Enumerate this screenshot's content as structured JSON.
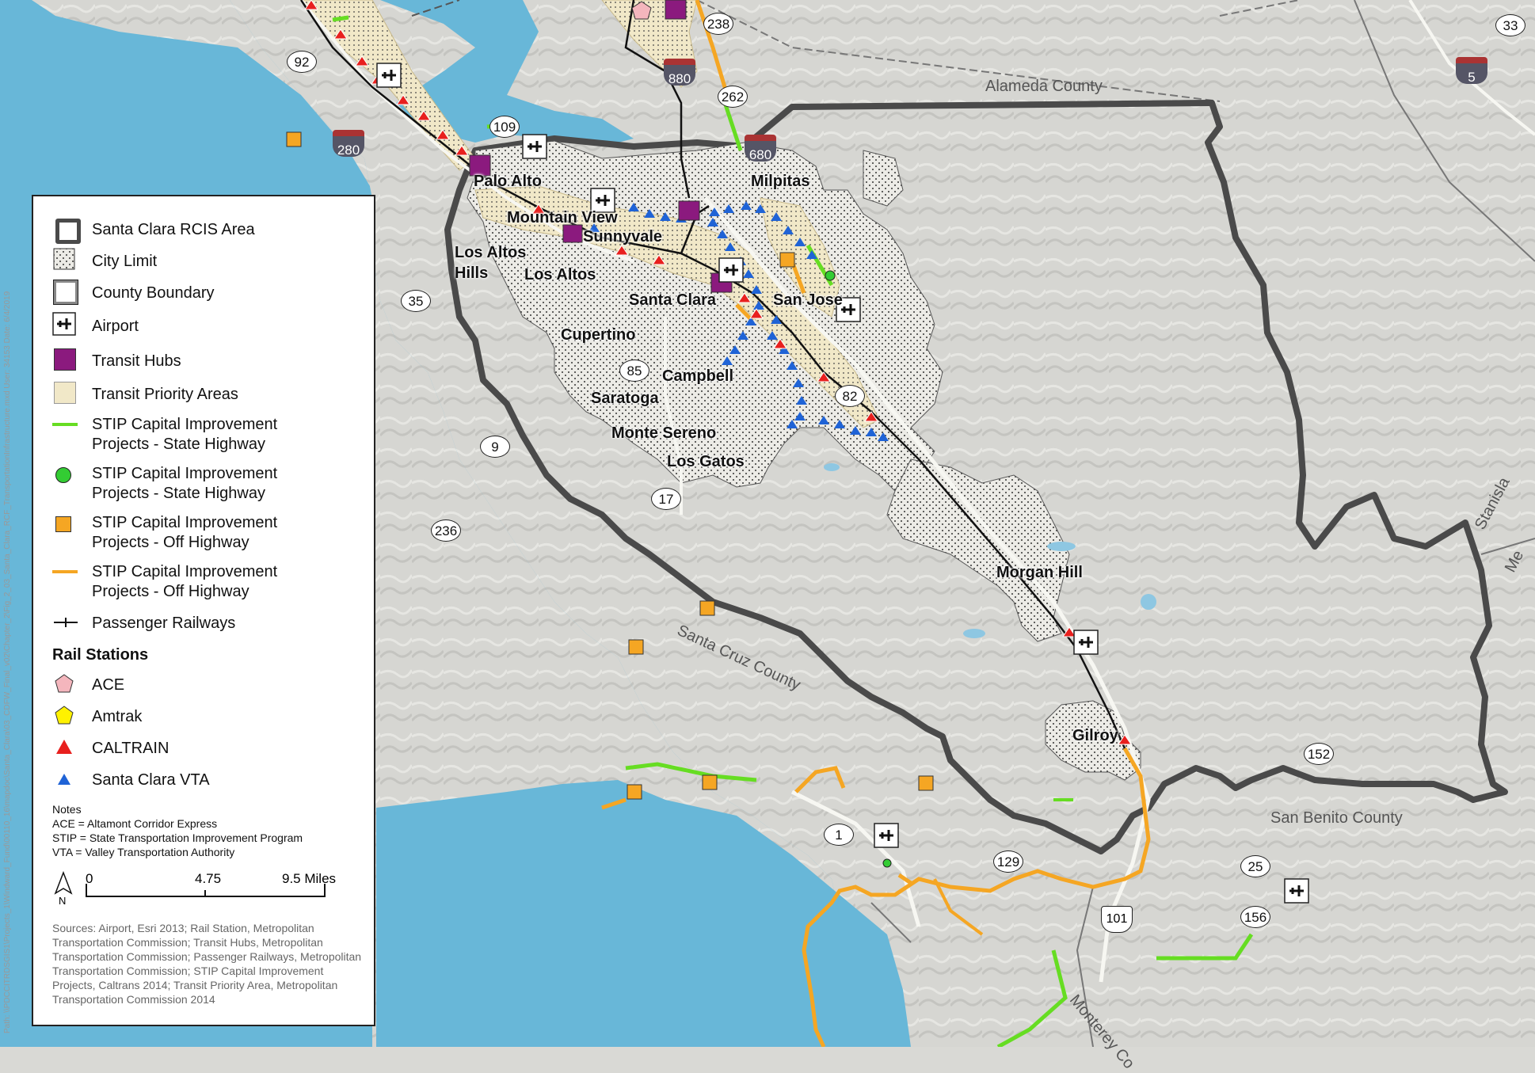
{
  "map": {
    "cities": [
      {
        "name": "Palo Alto"
      },
      {
        "name": "Mountain View"
      },
      {
        "name": "Milpitas"
      },
      {
        "name": "Sunnyvale"
      },
      {
        "name": "Los Altos Hills"
      },
      {
        "name": "Los Altos"
      },
      {
        "name": "Santa Clara"
      },
      {
        "name": "San Jose"
      },
      {
        "name": "Cupertino"
      },
      {
        "name": "Campbell"
      },
      {
        "name": "Saratoga"
      },
      {
        "name": "Monte Sereno"
      },
      {
        "name": "Los Gatos"
      },
      {
        "name": "Morgan Hill"
      },
      {
        "name": "Gilroy"
      }
    ],
    "counties": [
      "Alameda County",
      "Santa Cruz County",
      "San Benito County",
      "Monterey Co",
      "Stanisla",
      "Me"
    ],
    "state_routes": [
      "92",
      "238",
      "262",
      "109",
      "35",
      "9",
      "236",
      "85",
      "82",
      "17",
      "1",
      "129",
      "25",
      "156",
      "152",
      "33"
    ],
    "interstates": [
      "880",
      "280",
      "680",
      "5"
    ],
    "us_routes": [
      "101"
    ]
  },
  "legend": {
    "items": [
      {
        "label": "Santa Clara RCIS Area",
        "symbol": "rcis-area"
      },
      {
        "label": "City Limit",
        "symbol": "city-limit"
      },
      {
        "label": "County Boundary",
        "symbol": "county-boundary"
      },
      {
        "label": "Airport",
        "symbol": "airport-icon"
      },
      {
        "label": "Transit Hubs",
        "symbol": "transit-hub"
      },
      {
        "label": "Transit Priority Areas",
        "symbol": "transit-priority"
      },
      {
        "label": "STIP Capital Improvement Projects - State Highway",
        "symbol": "green-line"
      },
      {
        "label": "STIP Capital Improvement Projects - State Highway",
        "symbol": "green-dot"
      },
      {
        "label": "STIP Capital Improvement Projects - Off Highway",
        "symbol": "orange-square"
      },
      {
        "label": "STIP Capital Improvement Projects - Off Highway",
        "symbol": "orange-line"
      },
      {
        "label": "Passenger Railways",
        "symbol": "railway"
      }
    ],
    "rail_heading": "Rail Stations",
    "rail_items": [
      {
        "label": "ACE",
        "symbol": "pink-pentagon"
      },
      {
        "label": "Amtrak",
        "symbol": "yellow-pentagon"
      },
      {
        "label": "CALTRAIN",
        "symbol": "red-triangle"
      },
      {
        "label": "Santa Clara VTA",
        "symbol": "blue-triangle"
      }
    ],
    "notes_title": "Notes",
    "notes": [
      "ACE = Altamont Corridor Express",
      "STIP = State Transportation Improvement Program",
      "VTA = Valley Transportation Authority"
    ],
    "scale": {
      "labels": [
        "0",
        "4.75",
        "9.5 Miles"
      ],
      "north": "N"
    },
    "sources": "Sources: Airport, Esri 2013; Rail Station, Metropolitan Transportation Commission; Transit Hubs, Metropolitan Transportation Commission; Passenger Railways, Metropolitan Transportation Commission; STIP Capital Improvement Projects, Caltrans 2014; Transit Priority Area, Metropolitan Transportation Commission 2014"
  },
  "side_info": "Path: \\\\PDCCITRDSGIS1\\Projects_1\\Windward_Fund\\00110_16\\mapdoc\\Santa_Clara\\03_CDFW_Final_v02\\Chapter_2\\Fig_2_03_Santa_Clara_RCF_TransportationInfrastructure.mxd User: 34153 Date: 6/4/2019",
  "colors": {
    "water": "#68b7d8",
    "land": "#dcdcd8",
    "rcis_border": "#4a4a4a",
    "stip_green": "#66dd22",
    "stip_orange": "#f5a623",
    "transit_hub": "#8b1a7e",
    "caltrain": "#e8201e",
    "vta": "#1f63d6",
    "ace": "#f4b6bd"
  }
}
